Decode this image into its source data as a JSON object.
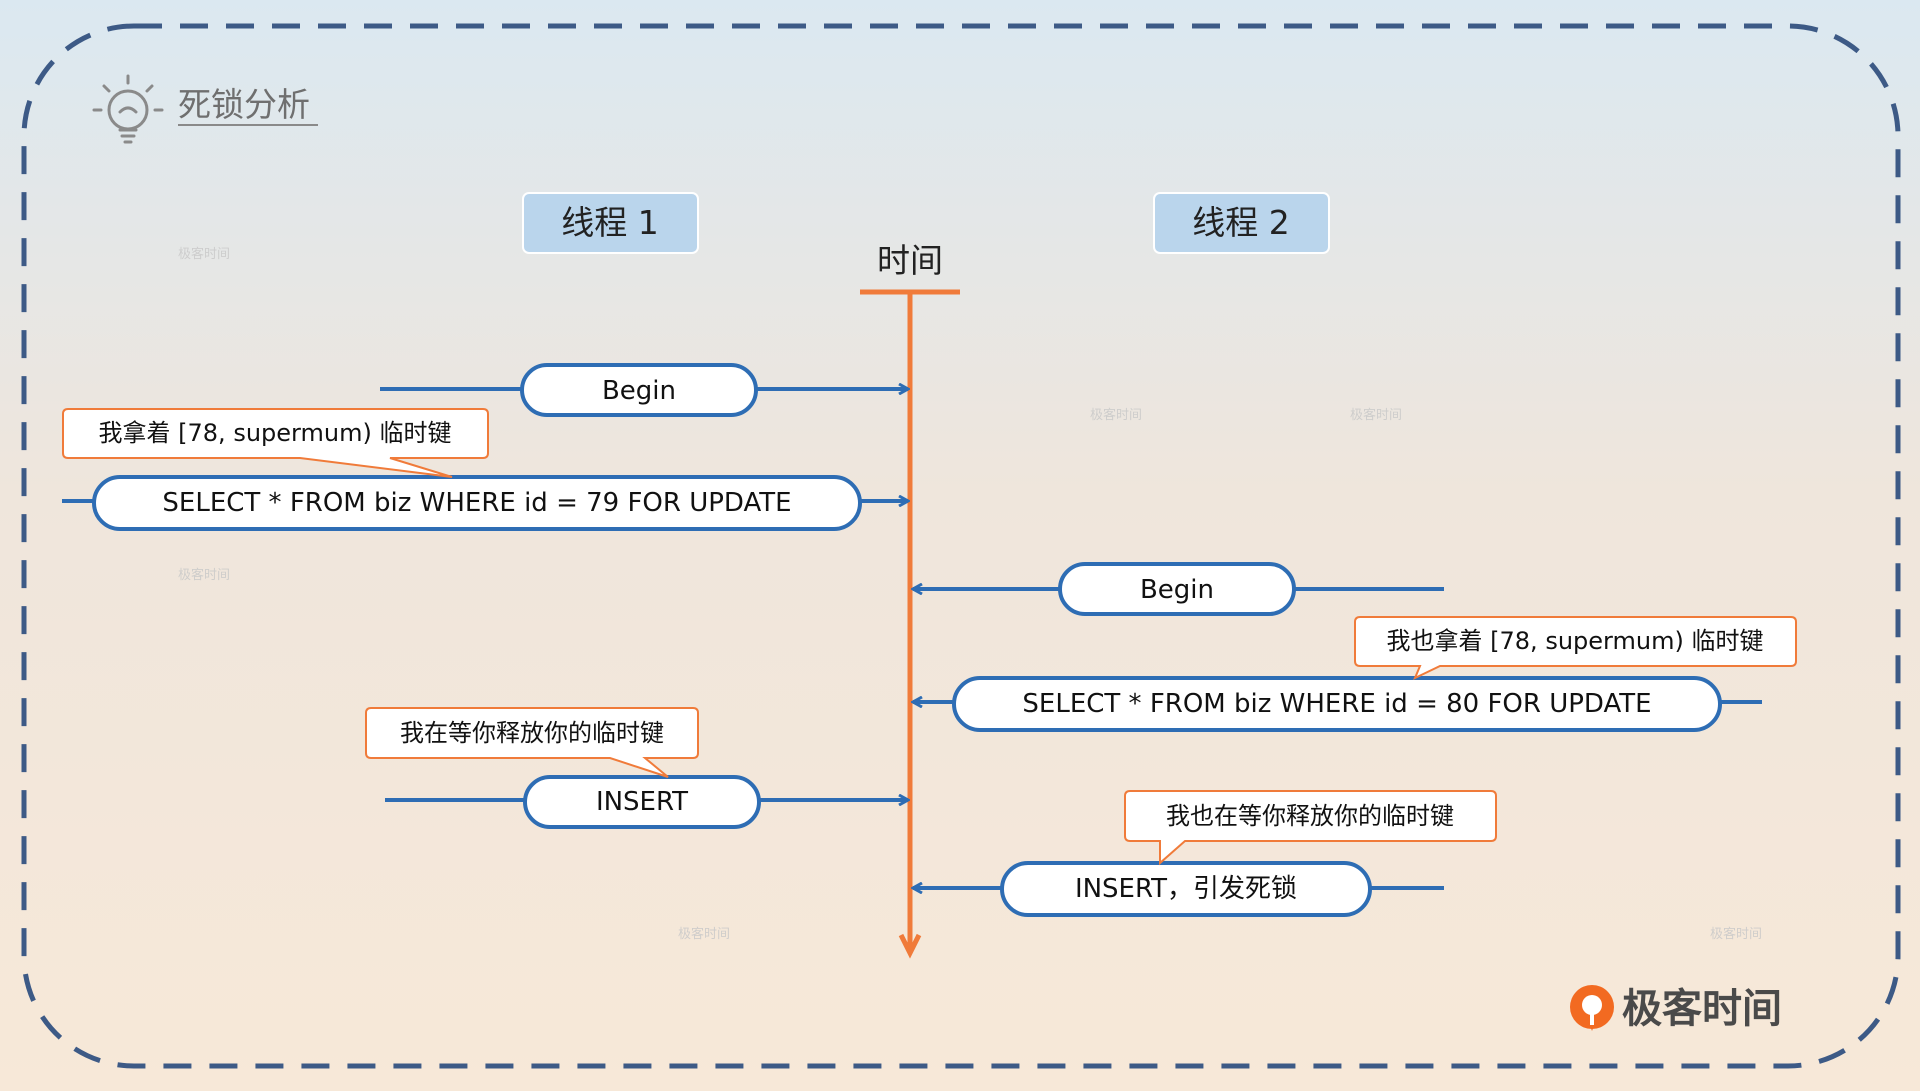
{
  "header": {
    "title": "死锁分析",
    "icon": "lightbulb-icon"
  },
  "diagram": {
    "time_label": "时间",
    "threads": [
      {
        "label": "线程 1"
      },
      {
        "label": "线程 2"
      }
    ],
    "steps": [
      {
        "id": "t1-begin",
        "thread": 1,
        "label": "Begin",
        "note": ""
      },
      {
        "id": "t1-select",
        "thread": 1,
        "label": "SELECT * FROM biz WHERE id = 79 FOR UPDATE",
        "note": "我拿着 [78, supermum) 临时键"
      },
      {
        "id": "t2-begin",
        "thread": 2,
        "label": "Begin",
        "note": ""
      },
      {
        "id": "t2-select",
        "thread": 2,
        "label": "SELECT * FROM biz WHERE id = 80 FOR UPDATE",
        "note": "我也拿着 [78, supermum) 临时键"
      },
      {
        "id": "t1-insert",
        "thread": 1,
        "label": "INSERT",
        "note": "我在等你释放你的临时键"
      },
      {
        "id": "t2-insert",
        "thread": 2,
        "label": "INSERT，引发死锁",
        "note": "我也在等你释放你的临时键"
      }
    ]
  },
  "brand": {
    "name": "极客时间",
    "watermark": "极客时间",
    "logo_icon": "geektime-logo-icon"
  },
  "colors": {
    "pill_stroke": "#2e6db4",
    "arrow": "#2e6db4",
    "timeline": "#f07b3a",
    "callout_stroke": "#f07b3a",
    "thread_box_fill": "#bad5ec",
    "frame_dash": "#3d5a86",
    "brand_orange": "#f26a21"
  }
}
